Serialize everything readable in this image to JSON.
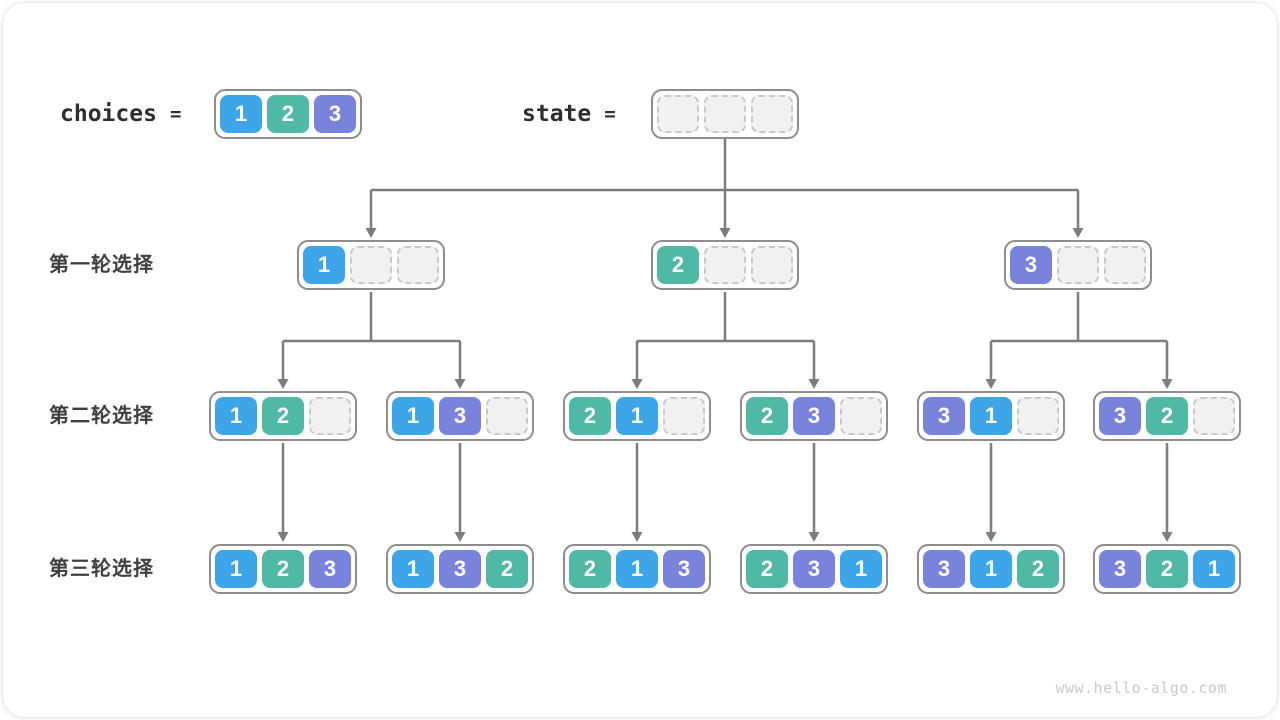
{
  "palette": {
    "1": "#3da6e8",
    "2": "#4fb9a6",
    "3": "#7a83dc"
  },
  "header": {
    "choices_label": "choices",
    "state_label": "state",
    "equals_sign": "=",
    "choices": [
      "1",
      "2",
      "3"
    ],
    "state": [
      "",
      "",
      ""
    ]
  },
  "rows": [
    {
      "label": "第一轮选择",
      "nodes": [
        [
          "1",
          "",
          ""
        ],
        [
          "2",
          "",
          ""
        ],
        [
          "3",
          "",
          ""
        ]
      ]
    },
    {
      "label": "第二轮选择",
      "nodes": [
        [
          "1",
          "2",
          ""
        ],
        [
          "1",
          "3",
          ""
        ],
        [
          "2",
          "1",
          ""
        ],
        [
          "2",
          "3",
          ""
        ],
        [
          "3",
          "1",
          ""
        ],
        [
          "3",
          "2",
          ""
        ]
      ]
    },
    {
      "label": "第三轮选择",
      "nodes": [
        [
          "1",
          "2",
          "3"
        ],
        [
          "1",
          "3",
          "2"
        ],
        [
          "2",
          "1",
          "3"
        ],
        [
          "2",
          "3",
          "1"
        ],
        [
          "3",
          "1",
          "2"
        ],
        [
          "3",
          "2",
          "1"
        ]
      ]
    }
  ],
  "footer": {
    "watermark": "www.hello-algo.com"
  }
}
